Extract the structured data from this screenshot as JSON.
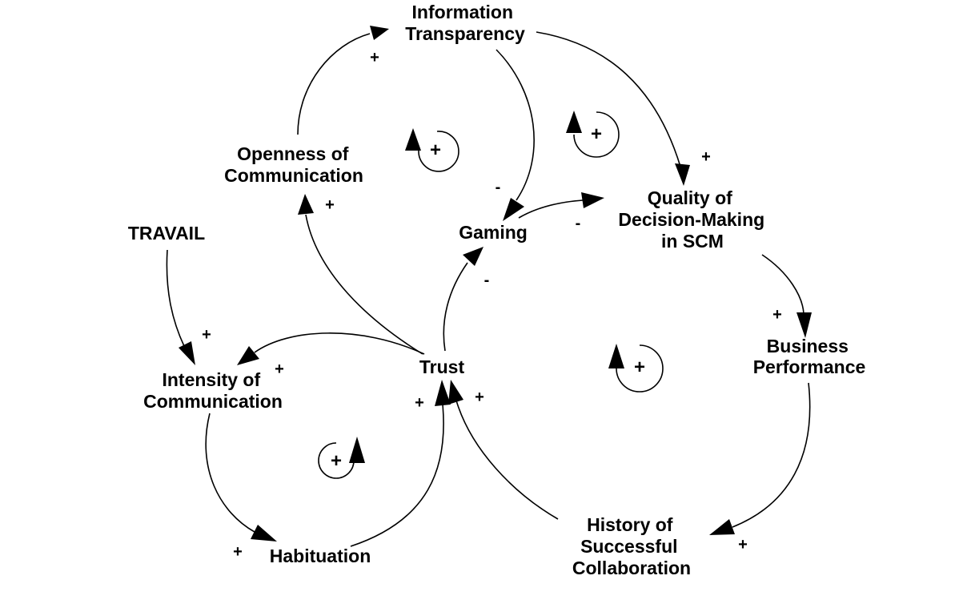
{
  "colors": {
    "ink": "#000000",
    "background": "#ffffff"
  },
  "nodes": {
    "information_transparency": [
      "Information",
      "Transparency"
    ],
    "openness_of_communication": [
      "Openness of",
      "Communication"
    ],
    "travail": [
      "TRAVAIL"
    ],
    "gaming": [
      "Gaming"
    ],
    "quality_of_decision_making": [
      "Quality of",
      "Decision-Making",
      "in SCM"
    ],
    "business_performance": [
      "Business",
      "Performance"
    ],
    "trust": [
      "Trust"
    ],
    "intensity_of_communication": [
      "Intensity of",
      "Communication"
    ],
    "habituation": [
      "Habituation"
    ],
    "history_of_successful_collaboration": [
      "History of",
      "Successful",
      "Collaboration"
    ]
  },
  "polarities": {
    "openness_to_transparency": "+",
    "transparency_to_quality": "+",
    "transparency_to_gaming": "-",
    "trust_to_openness": "+",
    "gaming_to_quality": "-",
    "trust_to_gaming": "-",
    "travail_to_intensity": "+",
    "trust_to_intensity": "+",
    "intensity_to_habituation": "+",
    "habituation_to_trust": "+",
    "history_to_trust": "+",
    "quality_to_business": "+",
    "business_to_history": "+"
  },
  "loops": {
    "upper_left": "+",
    "upper_right": "+",
    "lower_right": "+",
    "lower_left": "+"
  }
}
